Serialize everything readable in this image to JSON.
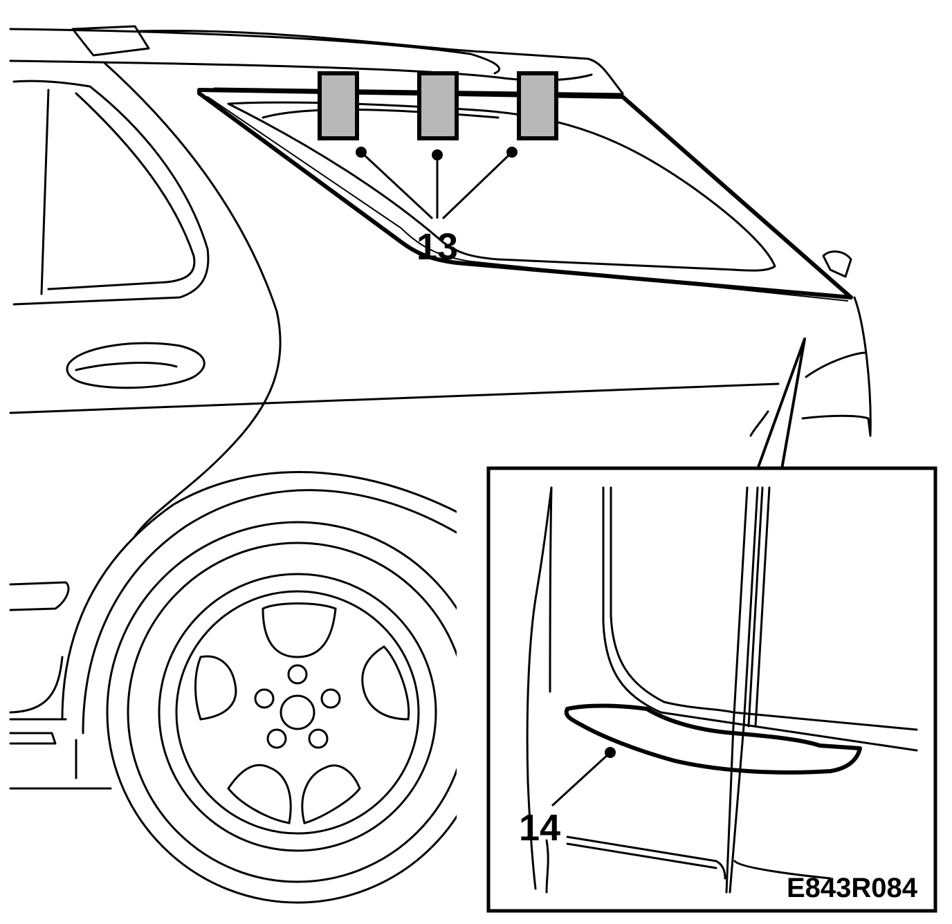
{
  "callouts": {
    "rear_window_marks": "13",
    "wheel_arch_mark": "14"
  },
  "figure_code": "E843R084",
  "colors": {
    "line": "#000000",
    "background": "#ffffff",
    "marker_fill": "#b8b8b8"
  }
}
